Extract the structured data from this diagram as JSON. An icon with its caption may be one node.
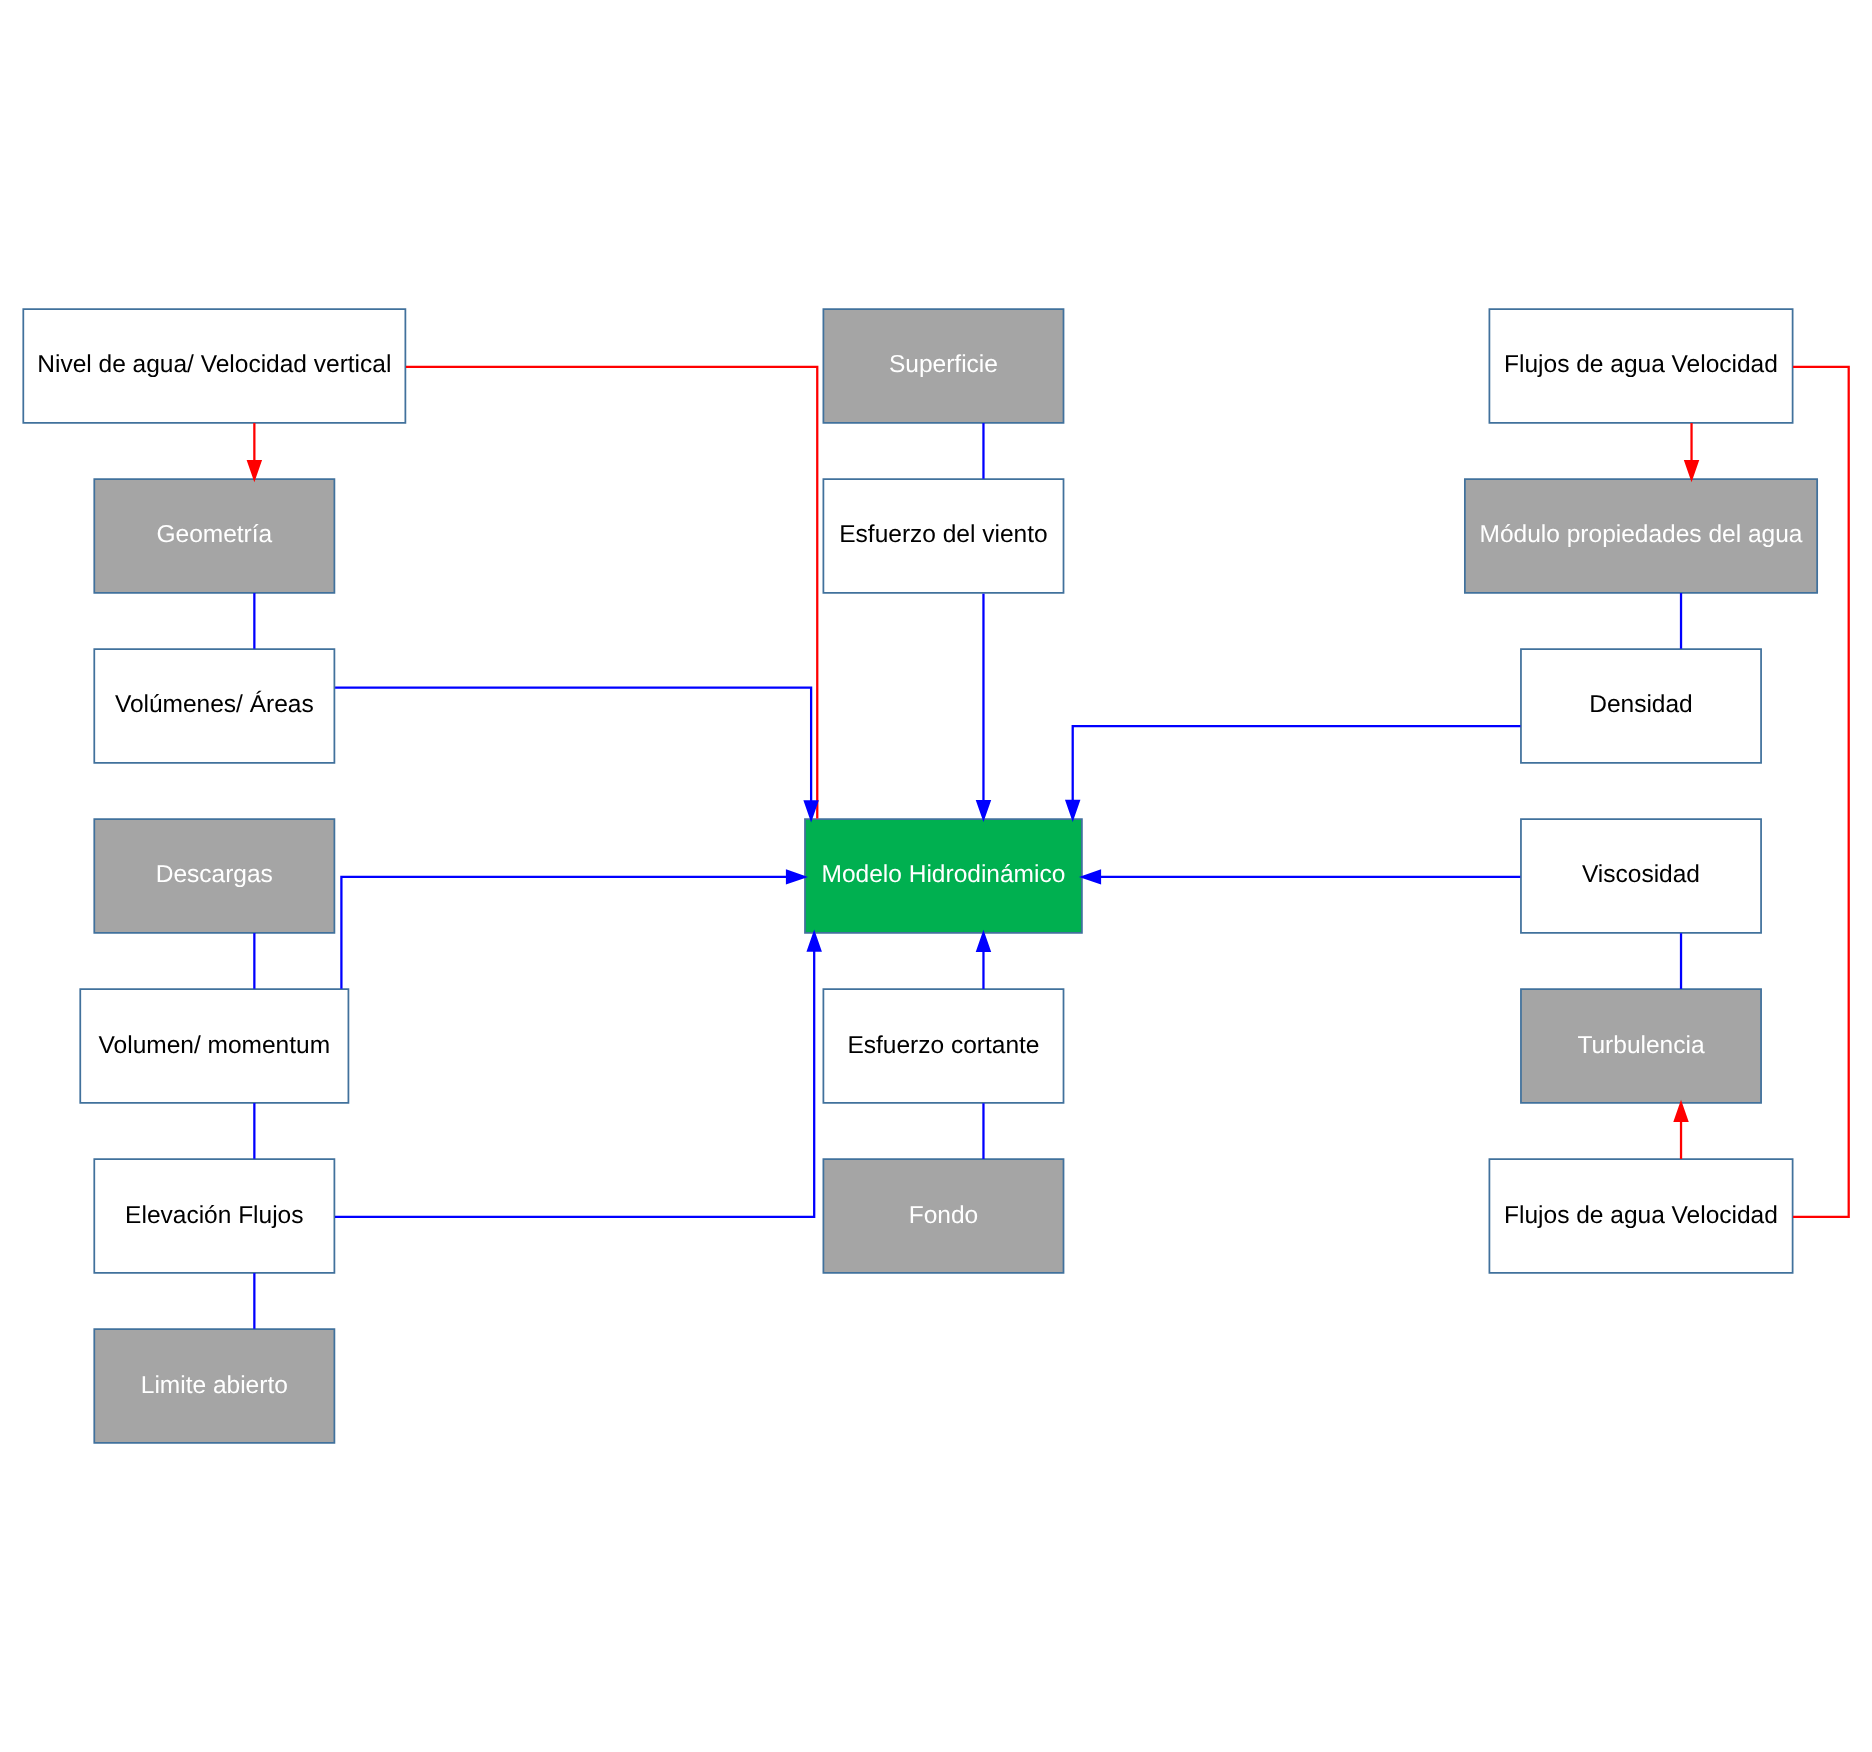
{
  "diagram": {
    "nodes": [
      {
        "text": [
          "Nivel de agua/ Velocidad vertical"
        ]
      },
      {
        "text": [
          "Superficie"
        ]
      },
      {
        "text": [
          "Flujos de agua Velocidad"
        ]
      },
      {
        "text": [
          "Geometría"
        ]
      },
      {
        "text": [
          "Esfuerzo del viento"
        ]
      },
      {
        "text": [
          "Módulo propiedades del agua"
        ]
      },
      {
        "text": [
          "Volúmenes/ Áreas"
        ]
      },
      {
        "text": [
          "Densidad"
        ]
      },
      {
        "text": [
          "Descargas"
        ]
      },
      {
        "text": [
          "Modelo Hidrodinámico"
        ]
      },
      {
        "text": [
          "Viscosidad"
        ]
      },
      {
        "text": [
          "Volumen/ momentum"
        ]
      },
      {
        "text": [
          "Esfuerzo cortante"
        ]
      },
      {
        "text": [
          "Turbulencia"
        ]
      },
      {
        "text": [
          "Elevación Flujos"
        ]
      },
      {
        "text": [
          "Limite abierto"
        ]
      },
      {
        "text": [
          "Fondo"
        ]
      },
      {
        "text": [
          "Flujos de agua Velocidad"
        ]
      }
    ],
    "edges": [
      {
        "from": 0,
        "to": 3,
        "arrow": "to",
        "color": "#ff0000"
      },
      {
        "from": 0,
        "to": 9,
        "arrow": "none",
        "color": "#ff0000"
      },
      {
        "from": 1,
        "to": 4,
        "arrow": "none"
      },
      {
        "from": 4,
        "to": 9,
        "arrow": "to"
      },
      {
        "from": 2,
        "to": 5,
        "arrow": "to",
        "color": "#ff0000"
      },
      {
        "from": 5,
        "to": 7,
        "arrow": "none"
      },
      {
        "from": 3,
        "to": 6,
        "arrow": "none"
      },
      {
        "from": 6,
        "to": 9,
        "arrow": "to"
      },
      {
        "from": 7,
        "to": 9,
        "arrow": "to"
      },
      {
        "from": 2,
        "to": 17,
        "arrow": "none",
        "color": "#ff0000"
      },
      {
        "from": 17,
        "to": 13,
        "arrow": "to",
        "color": "#ff0000"
      },
      {
        "from": 13,
        "to": 10,
        "arrow": "none"
      },
      {
        "from": 10,
        "to": 9,
        "arrow": "to"
      },
      {
        "from": 8,
        "to": 11,
        "arrow": "none"
      },
      {
        "from": 11,
        "to": 14,
        "arrow": "none"
      },
      {
        "from": 14,
        "to": 15,
        "arrow": "none"
      },
      {
        "from": 11,
        "to": 9,
        "arrow": "to"
      },
      {
        "from": 14,
        "to": 9,
        "arrow": "to"
      },
      {
        "from": 12,
        "to": 9,
        "arrow": "to"
      },
      {
        "from": 16,
        "to": 12,
        "arrow": "none"
      }
    ]
  }
}
